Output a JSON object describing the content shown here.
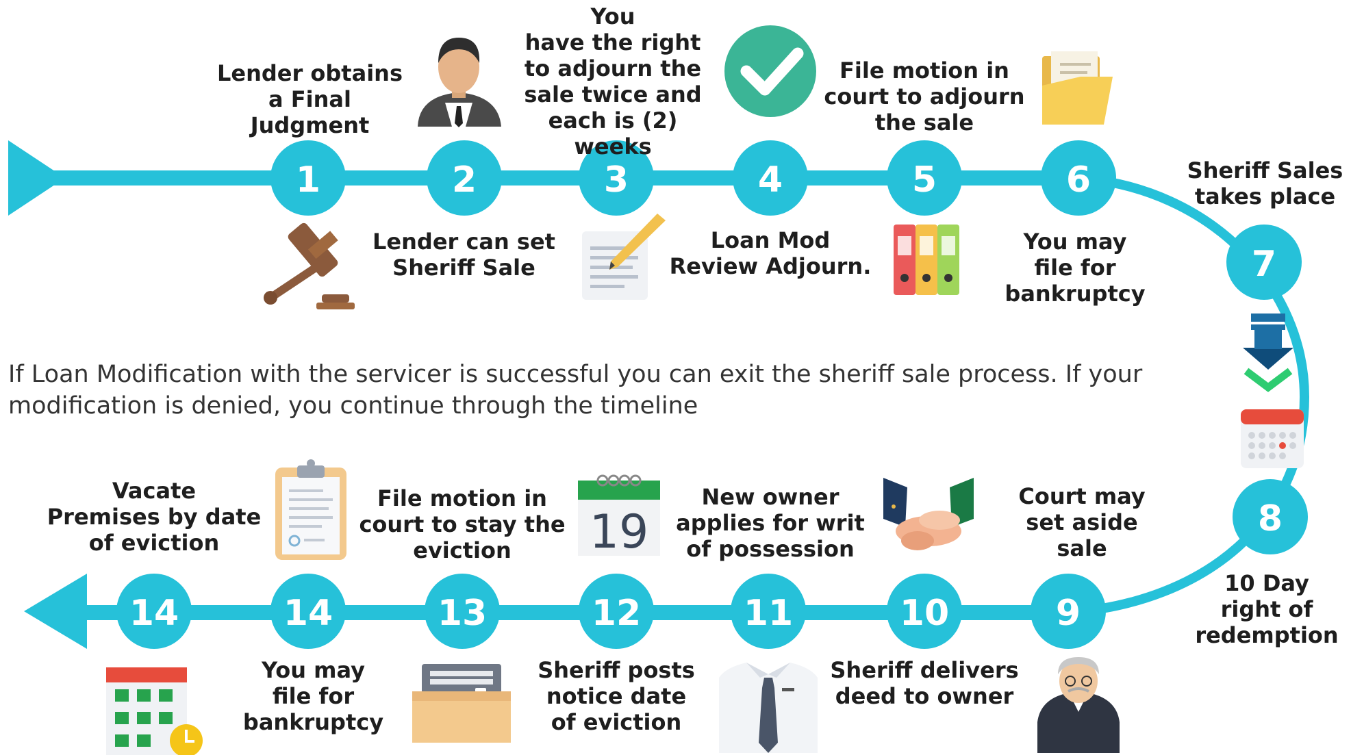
{
  "colors": {
    "timeline": "#26c1d9",
    "text": "#1e1e1e",
    "note_text": "#333333"
  },
  "steps": [
    {
      "num": "1",
      "label": "Lender obtains\na Final Judgment",
      "icon": "gavel-icon"
    },
    {
      "num": "2",
      "label": "Lender can set\nSheriff Sale",
      "icon": "businessman-icon"
    },
    {
      "num": "3",
      "label": "You\nhave the right\nto adjourn the\nsale twice and\neach is (2) weeks",
      "icon": "document-pen-icon"
    },
    {
      "num": "4",
      "label": "Loan Mod\nReview Adjourn.",
      "icon": "checkmark-icon"
    },
    {
      "num": "5",
      "label": "File motion in\ncourt to adjourn\nthe sale",
      "icon": "binders-icon"
    },
    {
      "num": "6",
      "label": "You may\nfile for\nbankruptcy",
      "icon": "folder-icon"
    },
    {
      "num": "7",
      "label": "Sheriff Sales\ntakes place",
      "icon": "download-arrow-icon"
    },
    {
      "num": "8",
      "label": "10 Day\nright of\nredemption",
      "icon": "calendar-icon"
    },
    {
      "num": "9",
      "label": "Court may\nset aside\nsale",
      "icon": "judge-icon"
    },
    {
      "num": "10",
      "label": "Sheriff delivers\ndeed to owner",
      "icon": "handshake-icon"
    },
    {
      "num": "11",
      "label": "New owner\napplies for writ\nof possession",
      "icon": "shirt-tie-icon"
    },
    {
      "num": "12",
      "label": "Sheriff posts\nnotice date\nof eviction",
      "icon": "calendar-19-icon"
    },
    {
      "num": "13",
      "label": "File motion in\ncourt to stay the\neviction",
      "icon": "file-drawer-icon"
    },
    {
      "num": "14",
      "label": "You may\nfile for\nbankruptcy",
      "icon": "clipboard-icon"
    },
    {
      "num": "14",
      "label": "Vacate\nPremises by date\nof eviction",
      "icon": "calendar-clock-icon"
    }
  ],
  "calendar_day": "19",
  "note": "If Loan Modification with the servicer is successful you can exit the sheriff sale process. If your modification is denied, you continue through the timeline"
}
